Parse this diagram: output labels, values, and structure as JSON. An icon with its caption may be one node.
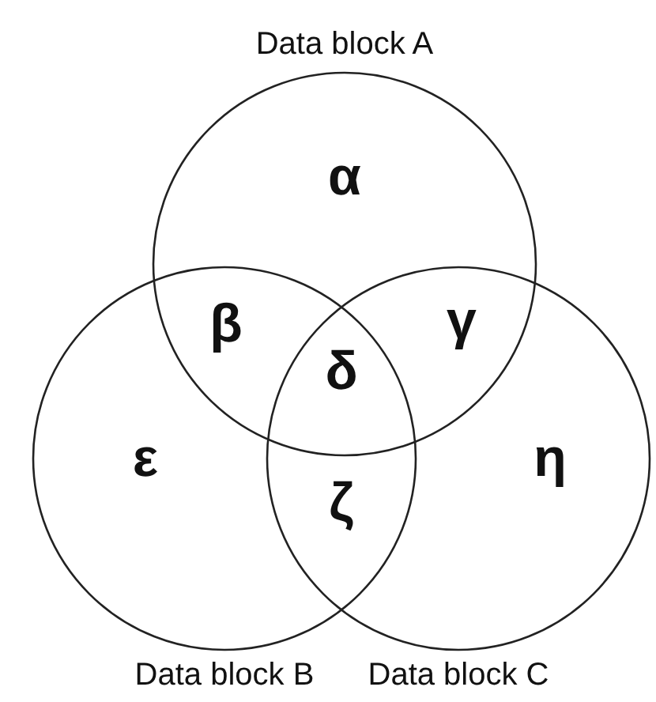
{
  "diagram": {
    "nodes": [
      {
        "text": [
          "Data block A"
        ]
      },
      {
        "text": [
          "Data block B"
        ]
      },
      {
        "text": [
          "Data block C"
        ]
      }
    ],
    "labels": [
      "α",
      "β",
      "γ",
      "δ",
      "ε",
      "η",
      "ζ"
    ]
  }
}
